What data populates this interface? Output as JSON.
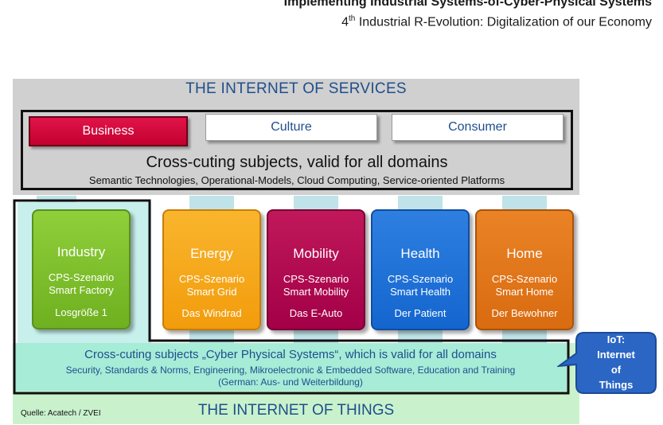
{
  "header": {
    "title": "Implementing Industrial Systems-of-Cyber-Physical Systems",
    "subtitle_ordinal": "4",
    "subtitle_sup": "th",
    "subtitle_rest": " Industrial R-Evolution: Digitalization of our Economy"
  },
  "services": {
    "title": "THE INTERNET OF SERVICES",
    "tabs": [
      "Business",
      "Culture",
      "Consumer"
    ],
    "cross_title": "Cross-cuting subjects, valid for all domains",
    "cross_sub": "Semantic  Technologies, Operational-Models, Cloud Computing,  Service-oriented Platforms"
  },
  "domains": [
    {
      "name": "Industry",
      "line1": "CPS-Szenario",
      "line2": "Smart Factory",
      "line3": "Losgröße 1"
    },
    {
      "name": "Energy",
      "line1": "CPS-Szenario",
      "line2": "Smart Grid",
      "line3": "Das Windrad"
    },
    {
      "name": "Mobility",
      "line1": "CPS-Szenario",
      "line2": "Smart Mobility",
      "line3": "Das E-Auto"
    },
    {
      "name": "Health",
      "line1": "CPS-Szenario",
      "line2": "Smart Health",
      "line3": "Der Patient"
    },
    {
      "name": "Home",
      "line1": "CPS-Szenario",
      "line2": "Smart Home",
      "line3": "Der Bewohner"
    }
  ],
  "things": {
    "cross_title": "Cross-cuting subjects „Cyber Physical Systems“, which is valid for all domains",
    "cross_sub": "Security, Standards & Norms, Engineering, Mikroelectronic & Embedded Software,  Education and Training",
    "cross_sub2": "(German: Aus- und Weiterbildung)",
    "title": "THE INTERNET OF THINGS",
    "source": "Quelle: Acatech / ZVEI"
  },
  "callout": {
    "lines": [
      "IoT:",
      "Internet",
      "of",
      "Things"
    ]
  },
  "colors": {
    "business": "#c4002f",
    "industry": "#6fb020",
    "energy": "#f29c0c",
    "mobility": "#a30048",
    "health": "#1466cf",
    "home": "#d96b10",
    "callout": "#2b66c4",
    "title_blue": "#1f4e8c"
  }
}
